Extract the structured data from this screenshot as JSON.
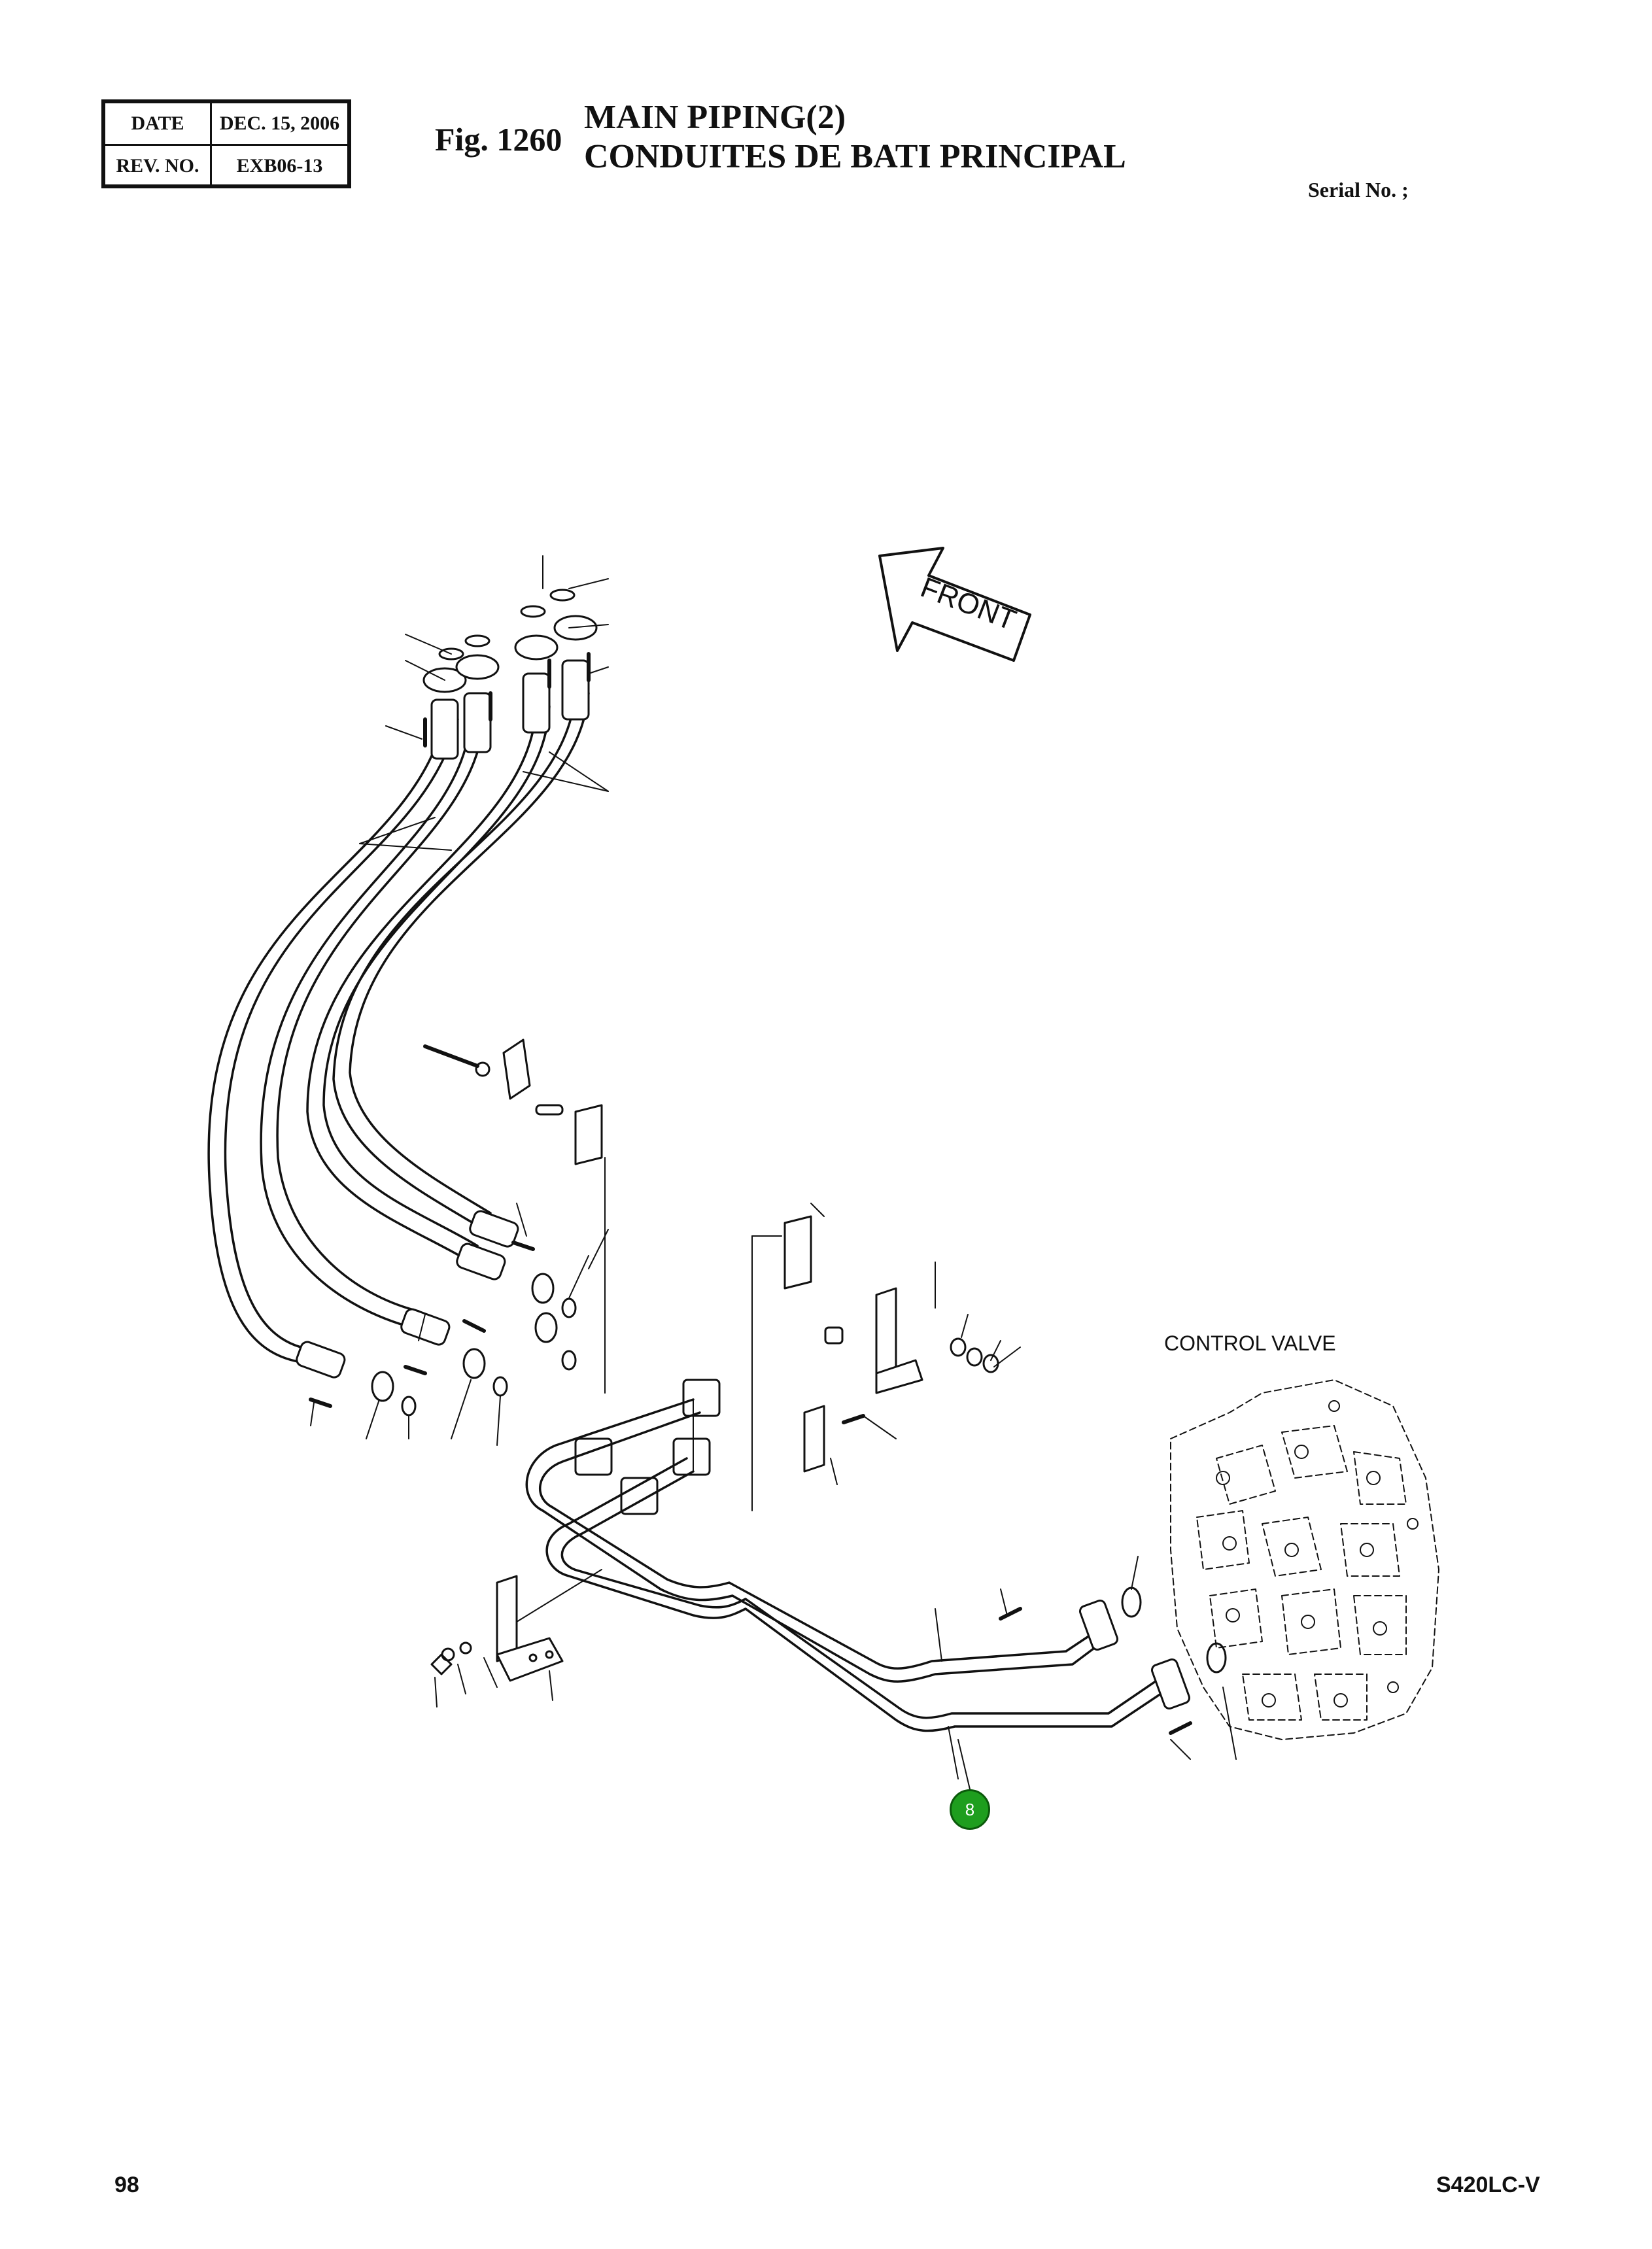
{
  "header": {
    "date_label": "DATE",
    "date_value": "DEC. 15, 2006",
    "rev_label": "REV. NO.",
    "rev_value": "EXB06-13"
  },
  "figure": {
    "number": "Fig. 1260",
    "title_en": "MAIN PIPING(2)",
    "title_fr": "CONDUITES DE BATI PRINCIPAL",
    "serial": "Serial No. ;"
  },
  "diagram": {
    "front_label": "FRONT",
    "control_valve_label": "CONTROL VALVE",
    "callouts": [
      {
        "label": "8",
        "color": "#1e9e1e"
      }
    ]
  },
  "footer": {
    "page_number": "98",
    "model": "S420LC-V"
  }
}
